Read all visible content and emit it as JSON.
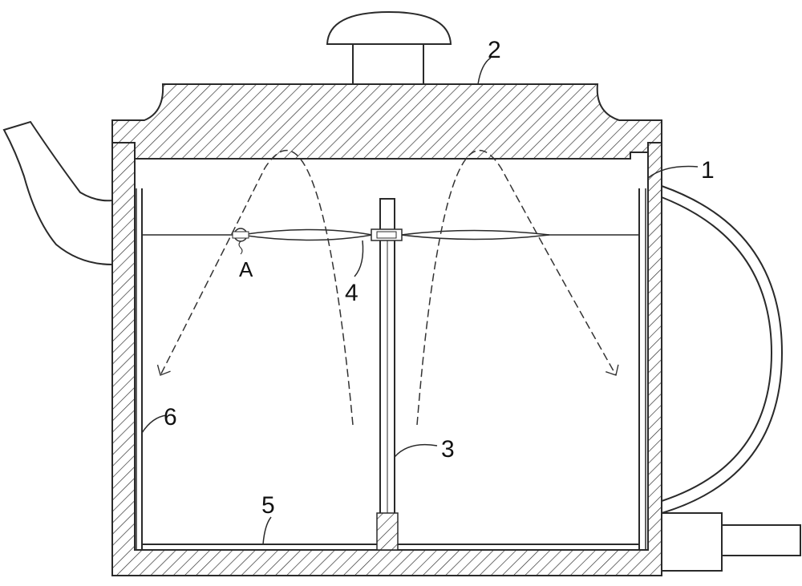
{
  "labels": {
    "body": "1",
    "lid": "2",
    "shaft": "3",
    "blade": "4",
    "bottom_plate": "5",
    "side_wall": "6",
    "detail": "A"
  },
  "colors": {
    "line": "#2a2a2a",
    "background": "#ffffff"
  }
}
